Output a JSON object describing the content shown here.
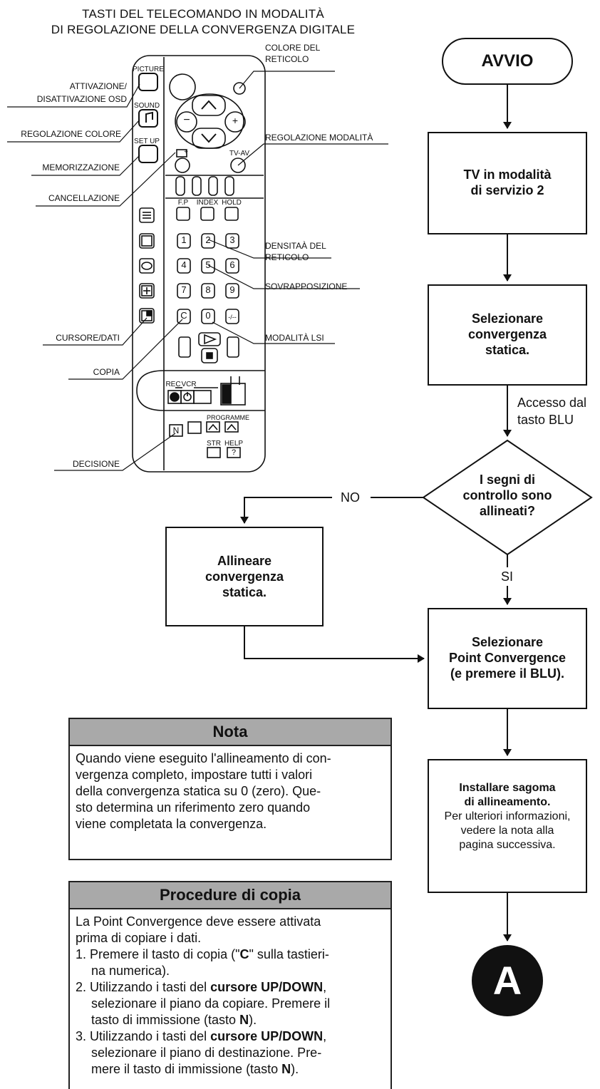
{
  "title": {
    "line1": "TASTI DEL TELECOMANDO IN MODALITÀ",
    "line2": "DI REGOLAZIONE DELLA CONVERGENZA DIGITALE"
  },
  "remote": {
    "callouts": {
      "colore_reticolo_1": "COLORE DEL",
      "colore_reticolo_2": "RETICOLO",
      "osd_1": "ATTIVAZIONE/",
      "osd_2": "DISATTIVAZIONE OSD",
      "regolazione_colore": "REGOLAZIONE COLORE",
      "regolazione_modalita": "REGOLAZIONE MODALITÀ",
      "memorizzazione": "MEMORIZZAZIONE",
      "cancellazione": "CANCELLAZIONE",
      "densita_1": "DENSITAÀ DEL",
      "densita_2": "RETICOLO",
      "sovrapposizione": "SOVRAPPOSIZIONE",
      "cursore_dati": "CURSORE/DATI",
      "modalita_lsi": "MODALITÀ LSI",
      "copia": "COPIA",
      "decisione": "DECISIONE"
    },
    "key_labels": {
      "picture": "PICTURE",
      "sound": "SOUND",
      "setup": "SET UP",
      "tvav": "TV-AV",
      "fp": "F.P",
      "index": "INDEX",
      "hold": "HOLD",
      "rec": "REC",
      "vcr": "VCR",
      "programme": "PROGRAMME",
      "str": "STR",
      "help": "HELP",
      "minus": "−",
      "plus": "+",
      "plusbox": "+"
    },
    "numpad": [
      "1",
      "2",
      "3",
      "4",
      "5",
      "6",
      "7",
      "8",
      "9",
      "C",
      "0",
      "-/--"
    ],
    "bottom_keys": {
      "n": "N",
      "help_q": "?"
    }
  },
  "flowchart": {
    "start": "AVVIO",
    "step1": [
      "TV in modalità",
      "di servizio 2"
    ],
    "step2": [
      "Selezionare",
      "convergenza",
      "statica."
    ],
    "edge_access": [
      "Accesso dal",
      "tasto BLU"
    ],
    "decision": [
      "I segni di",
      "controllo sono",
      "allineati?"
    ],
    "no": "NO",
    "si": "SI",
    "align": [
      "Allineare",
      "convergenza",
      "statica."
    ],
    "point": [
      "Selezionare",
      "Point Convergence",
      "(e premere il BLU)."
    ],
    "install_bold": [
      "Installare sagoma",
      "di allineamento."
    ],
    "install_normal": [
      "Per ulteriori informazioni,",
      "vedere la nota alla",
      "pagina successiva."
    ],
    "connector": "A"
  },
  "nota": {
    "title": "Nota",
    "lines": [
      "Quando viene eseguito l'allineamento di con-",
      "vergenza completo, impostare tutti i valori",
      "della convergenza statica su 0 (zero). Que-",
      "sto determina un riferimento zero quando",
      "viene completata la convergenza."
    ]
  },
  "copia": {
    "title": "Procedure di copia",
    "intro": [
      "La Point Convergence deve essere attivata",
      "prima di copiare i dati."
    ],
    "s1_a": "1. Premere il tasto di copia (\"",
    "s1_b": "C",
    "s1_c": "\" sulla tastieri-",
    "s1_d": "na numerica).",
    "s2_a": "2. Utilizzando i tasti del ",
    "s2_b": "cursore UP/DOWN",
    "s2_c": ",",
    "s2_d": "selezionare il piano da copiare. Premere il",
    "s2_e": "tasto di immissione (tasto ",
    "s2_f": "N",
    "s2_g": ").",
    "s3_a": "3. Utilizzando i tasti del ",
    "s3_b": "cursore UP/DOWN",
    "s3_c": ",",
    "s3_d": "selezionare il piano di destinazione. Pre-",
    "s3_e": "mere il tasto di immissione (tasto ",
    "s3_f": "N",
    "s3_g": ")."
  }
}
